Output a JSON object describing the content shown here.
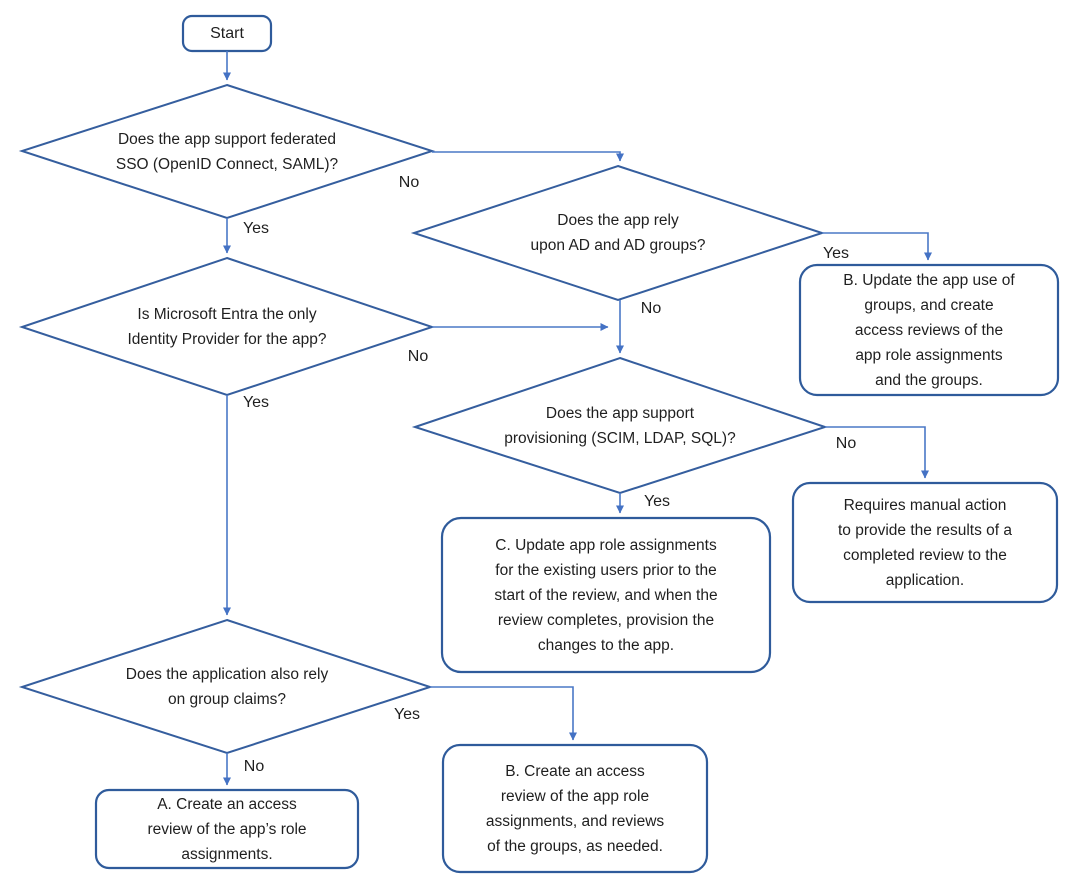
{
  "diagram_type": "flowchart",
  "colors": {
    "shape_border": "#355e9e",
    "box_border": "#2f5b9b",
    "connector": "#4a78c6",
    "arrowhead": "#4472c4",
    "text": "#1f1f1f",
    "background": "#ffffff"
  },
  "nodes": {
    "start": {
      "text": "Start",
      "type": "terminator"
    },
    "d_sso": {
      "text": "Does the app support federated\nSSO (OpenID Connect, SAML)?",
      "type": "decision"
    },
    "d_ad": {
      "text": "Does the app rely\nupon AD and AD groups?",
      "type": "decision"
    },
    "d_entra": {
      "text": "Is Microsoft Entra the only\nIdentity Provider for the app?",
      "type": "decision"
    },
    "d_prov": {
      "text": "Does the app support\nprovisioning (SCIM, LDAP, SQL)?",
      "type": "decision"
    },
    "d_claims": {
      "text": "Does the application also rely\non group claims?",
      "type": "decision"
    },
    "o_b_groups": {
      "text": "B. Update the app use of\ngroups, and create\naccess reviews of the\napp role assignments\nand the groups.",
      "type": "process"
    },
    "o_manual": {
      "text": "Requires manual action\nto provide the results of a\ncompleted review to the\napplication.",
      "type": "process"
    },
    "o_c_provision": {
      "text": "C. Update app role assignments\nfor the existing users prior to the\nstart of the review, and when the\nreview completes, provision the\nchanges to the app.",
      "type": "process"
    },
    "o_a_access": {
      "text": "A. Create an access\nreview of the app’s role\nassignments.",
      "type": "process"
    },
    "o_b_access": {
      "text": "B. Create an access\nreview of the app role\nassignments, and reviews\nof the groups, as needed.",
      "type": "process"
    }
  },
  "edge_labels": {
    "sso_no": "No",
    "sso_yes": "Yes",
    "ad_yes": "Yes",
    "ad_no": "No",
    "entra_no": "No",
    "entra_yes": "Yes",
    "prov_no": "No",
    "prov_yes": "Yes",
    "claims_yes": "Yes",
    "claims_no": "No"
  }
}
